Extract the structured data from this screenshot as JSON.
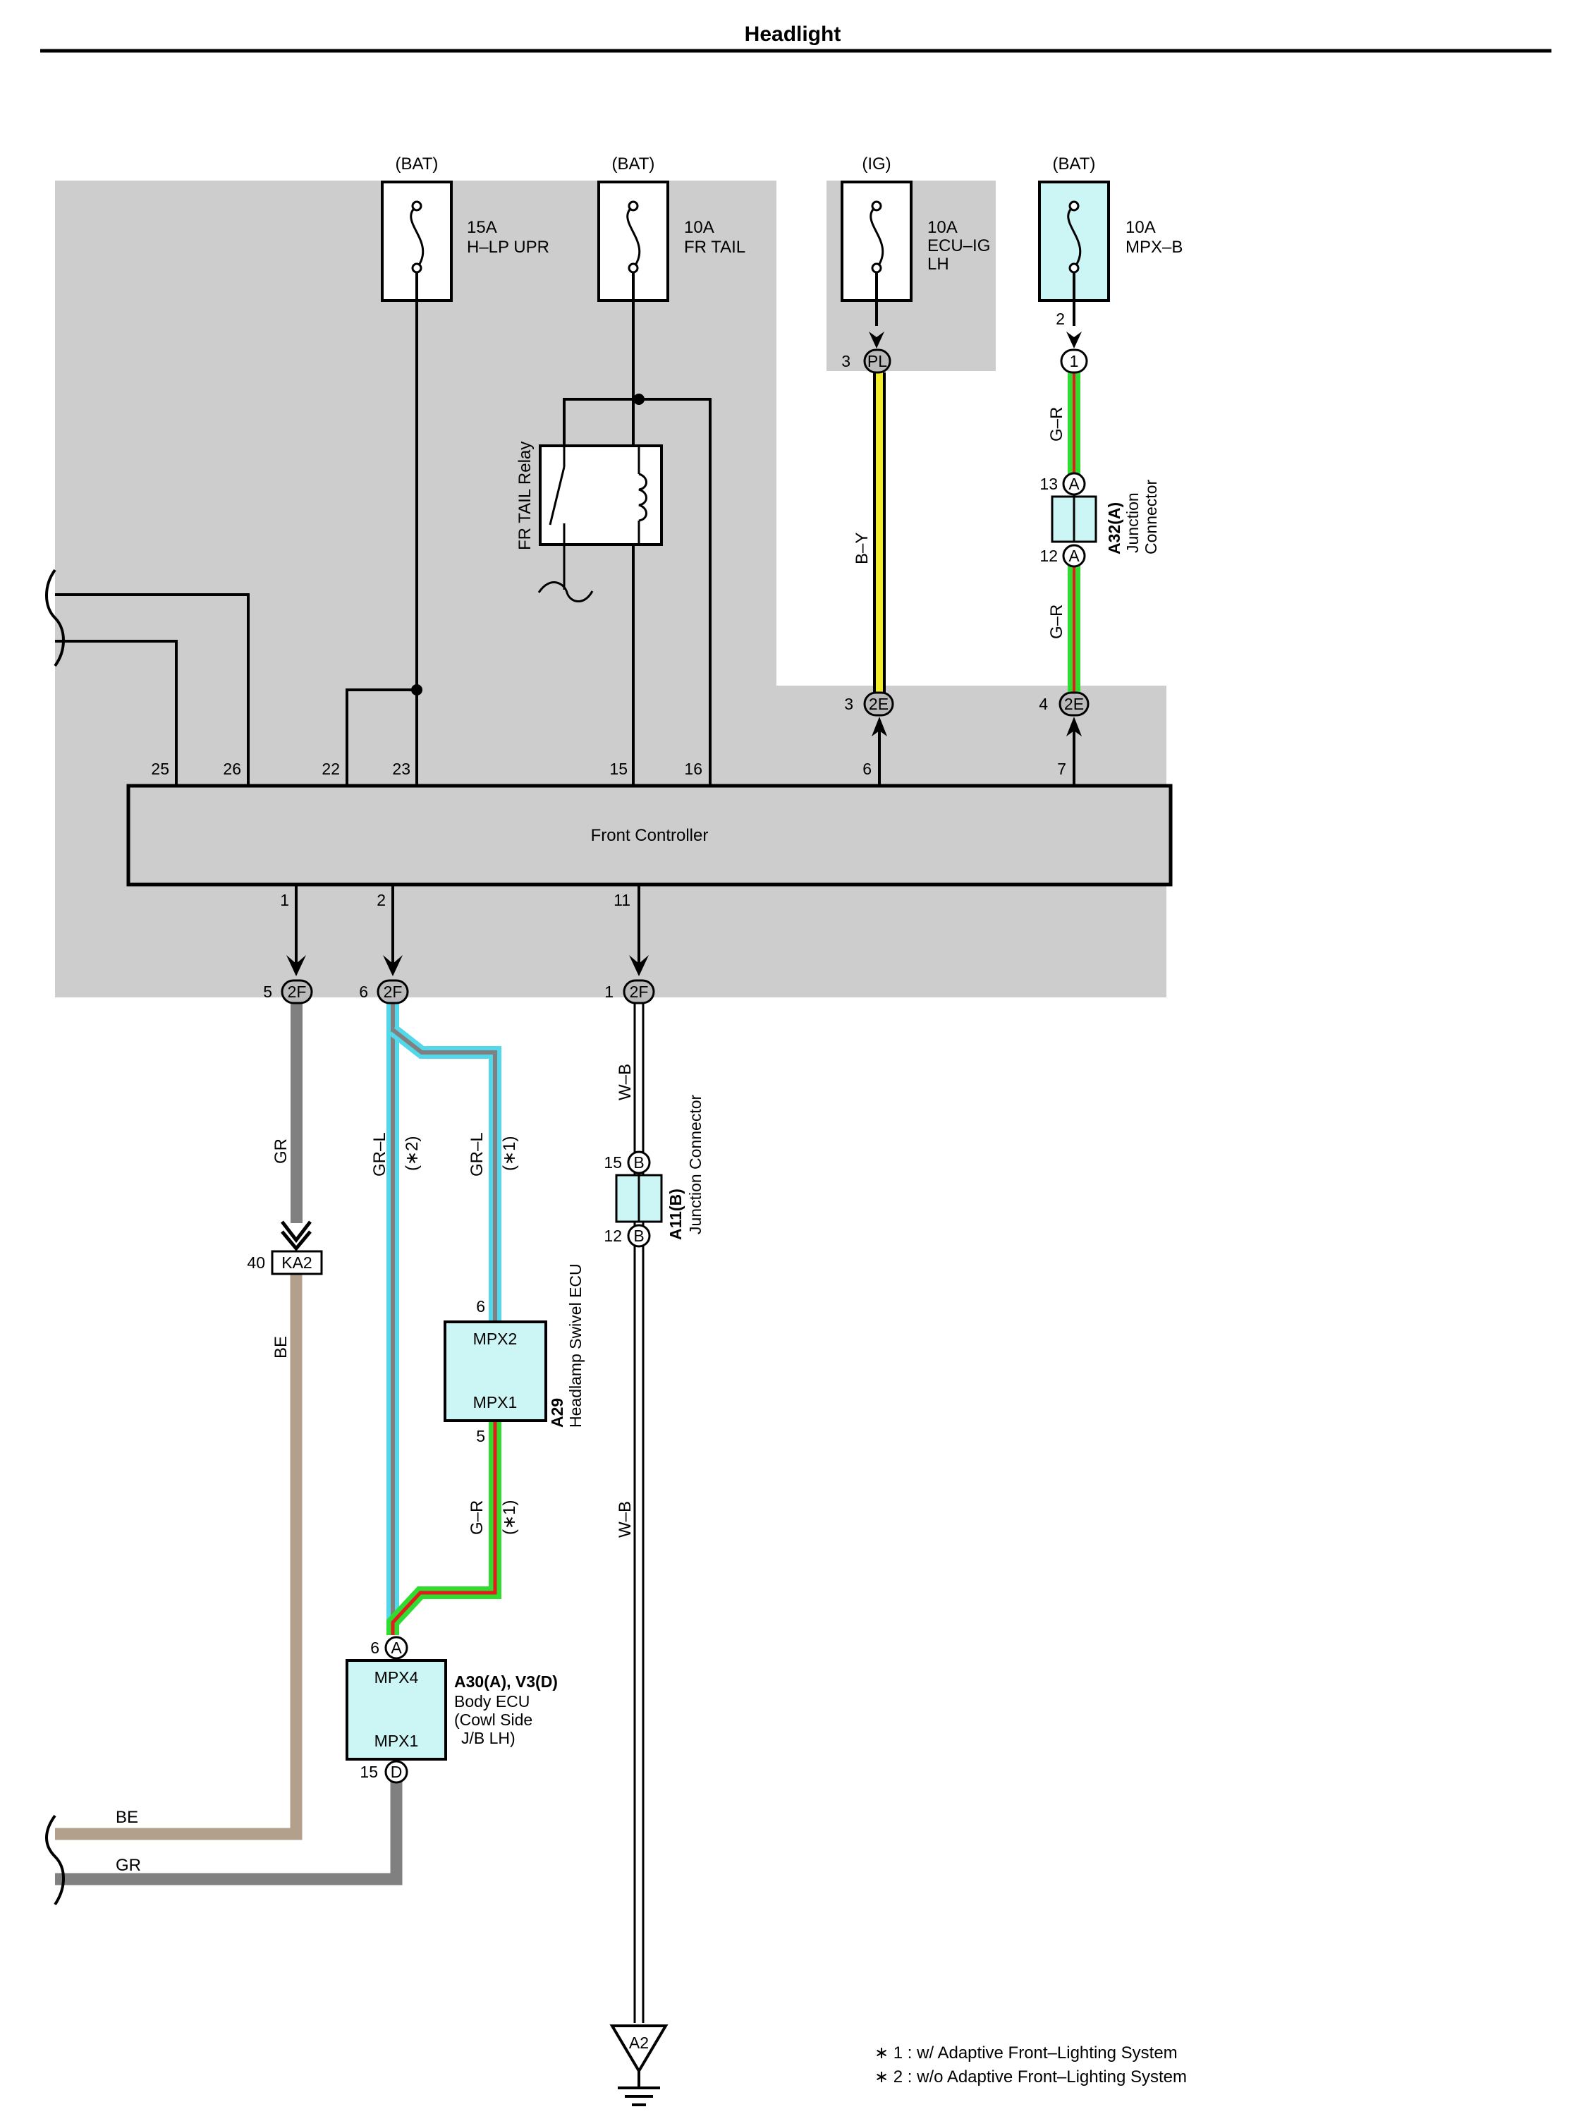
{
  "page": {
    "title": "Headlight"
  },
  "fuses": [
    {
      "source": "(BAT)",
      "rating": "15A",
      "name": "H–LP UPR"
    },
    {
      "source": "(BAT)",
      "rating": "10A",
      "name": "FR TAIL"
    },
    {
      "source": "(IG)",
      "rating": "10A",
      "name": "ECU–IG",
      "name2": "LH"
    },
    {
      "source": "(BAT)",
      "rating": "10A",
      "name": "MPX–B"
    }
  ],
  "relay": {
    "name": "FR TAIL Relay"
  },
  "front_controller": {
    "name": "Front Controller",
    "top_pins": [
      "25",
      "26",
      "22",
      "23",
      "15",
      "16",
      "6",
      "7"
    ],
    "bottom_pins": [
      "1",
      "2",
      "11"
    ]
  },
  "connectors": {
    "pl": {
      "code": "PL",
      "pin": "3"
    },
    "c1": {
      "code": "1",
      "pin": "2"
    },
    "c2e_a": {
      "code": "2E",
      "pin": "3"
    },
    "c2e_b": {
      "code": "2E",
      "pin": "4"
    },
    "c2f_a": {
      "code": "2F",
      "pin": "5"
    },
    "c2f_b": {
      "code": "2F",
      "pin": "6"
    },
    "c2f_c": {
      "code": "2F",
      "pin": "1"
    },
    "ka2": {
      "code": "KA2",
      "pin": "40"
    }
  },
  "junction_a32": {
    "id": "A32(A)",
    "desc1": "Junction",
    "desc2": "Connector",
    "pin_top": "13",
    "pin_bottom": "12",
    "letter": "A"
  },
  "junction_a11": {
    "id": "A11(B)",
    "desc": "Junction Connector",
    "pin_top": "15",
    "pin_bottom": "12",
    "letter": "B"
  },
  "swivel_ecu": {
    "id": "A29",
    "desc": "Headlamp Swivel ECU",
    "port_top": "MPX2",
    "port_bottom": "MPX1",
    "pin_top": "6",
    "pin_bottom": "5"
  },
  "body_ecu": {
    "id": "A30(A), V3(D)",
    "line1": "Body ECU",
    "line2": "(Cowl Side",
    "line3": "J/B LH)",
    "port_top": "MPX4",
    "port_bottom": "MPX1",
    "pin_top": "6",
    "pin_bottom": "15",
    "letter_top": "A",
    "letter_bottom": "D"
  },
  "wires": {
    "b_y": "B–Y",
    "g_r": "G–R",
    "gr": "GR",
    "gr_l": "GR–L",
    "be": "BE",
    "w_b": "W–B",
    "note1": "(∗1)",
    "note2": "(∗2)"
  },
  "wire_colors": {
    "yellow": "#f2ec2c",
    "green": "#2fdc2f",
    "red": "#e01c1c",
    "gray": "#808080",
    "cyan": "#52d8ea",
    "beige": "#b3a08c",
    "shade": "#cdcdcd",
    "component_fill": "#ccf6f6"
  },
  "ground": {
    "code": "A2"
  },
  "footnotes": [
    {
      "mark": "∗ 1",
      "text": " : w/ Adaptive Front–Lighting System"
    },
    {
      "mark": "∗ 2",
      "text": " : w/o Adaptive Front–Lighting System"
    }
  ]
}
